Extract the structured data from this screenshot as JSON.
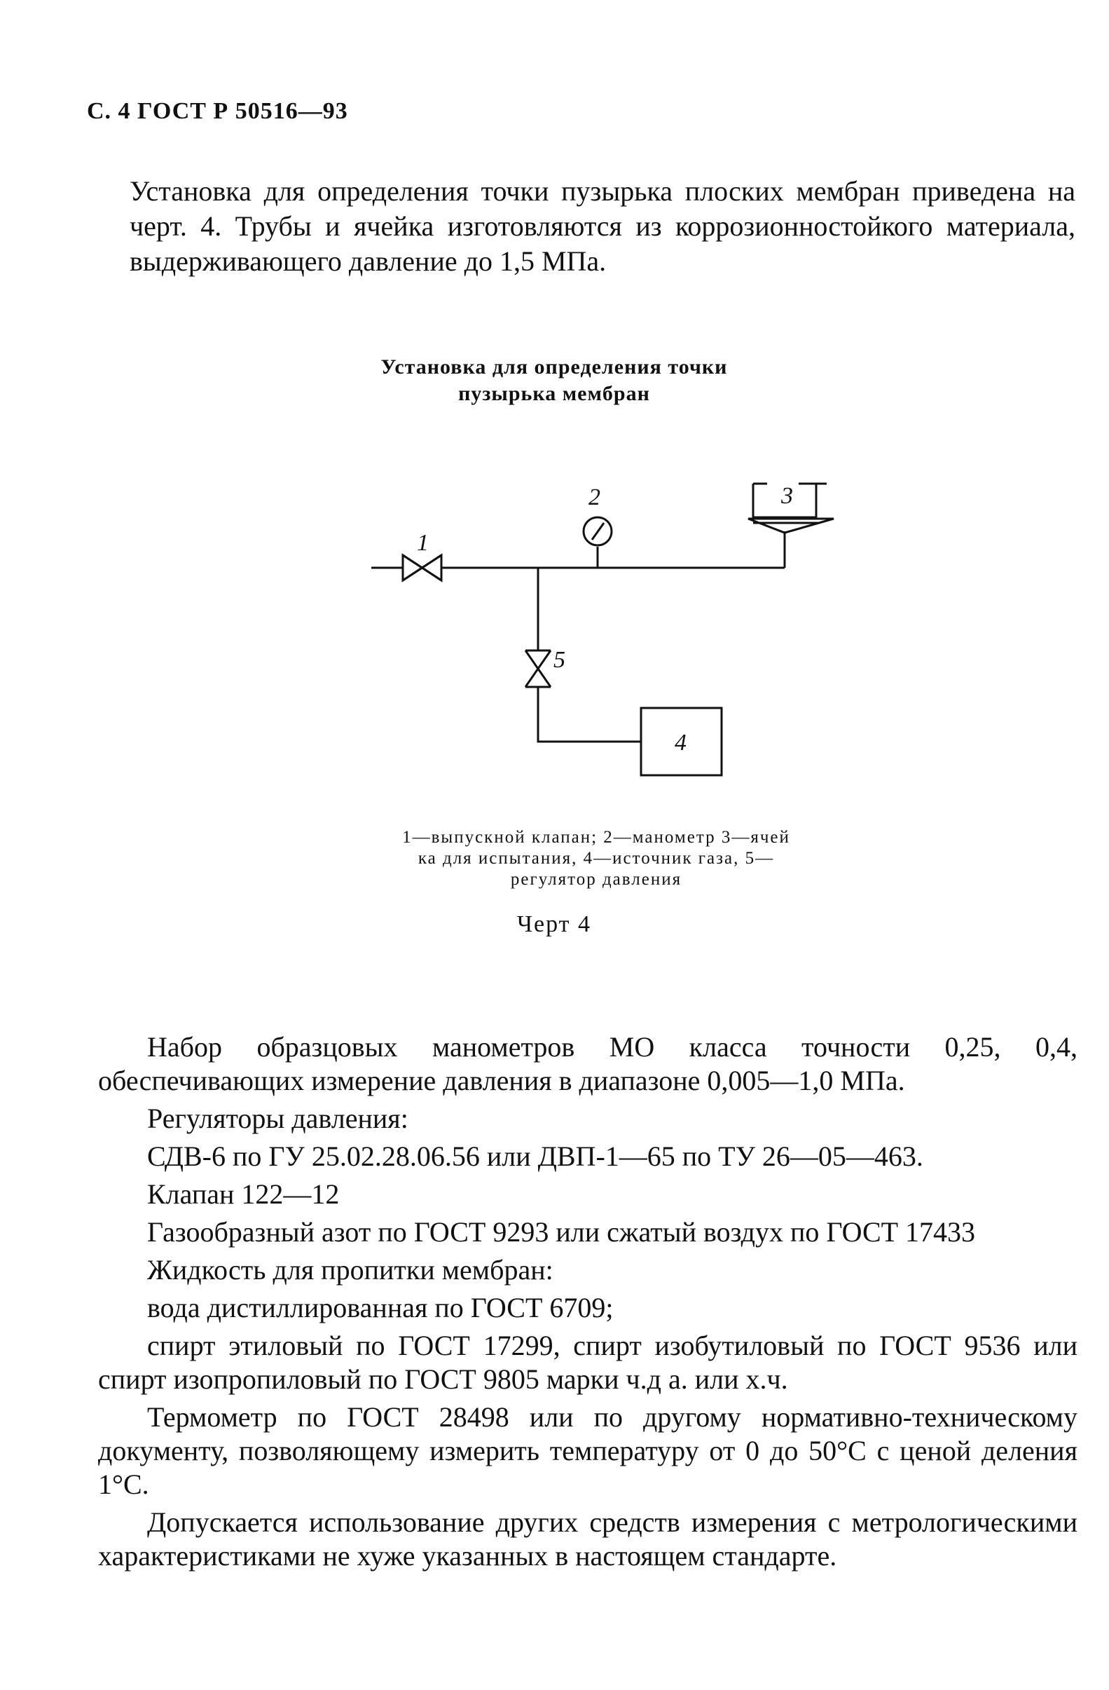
{
  "header": {
    "text": "С. 4 ГОСТ Р 50516—93"
  },
  "intro": {
    "text": "Установка для определения точки пузырька плоских мембран приведена на черт. 4. Трубы и ячейка изготовляются из коррозионностойкого материала, выдерживающего давление до 1,5 МПа."
  },
  "figure": {
    "title_line1": "Установка для определения точки",
    "title_line2": "пузырька мембран",
    "labels": {
      "valve1": "1",
      "manometer": "2",
      "cell": "3",
      "gas_source": "4",
      "regulator": "5"
    },
    "legend_line1": "1—выпускной клапан; 2—манометр 3—ячей",
    "legend_line2": "ка для испытания, 4—источник газа, 5—",
    "legend_line3": "регулятор давления",
    "caption": "Черт 4"
  },
  "body": {
    "p1": "Набор образцовых манометров МО класса точности 0,25, 0,4, обеспечивающих измерение давления в диапазоне 0,005—1,0 МПа.",
    "p2": "Регуляторы давления:",
    "p3": "СДВ-6 по ГУ 25.02.28.06.56 или ДВП-1—65 по ТУ 26—05—463.",
    "p4": "Клапан 122—12",
    "p5": "Газообразный азот по ГОСТ 9293 или сжатый воздух по ГОСТ 17433",
    "p6": "Жидкость для пропитки мембран:",
    "p7": "вода дистиллированная по ГОСТ 6709;",
    "p8": "спирт этиловый по ГОСТ 17299, спирт изобутиловый по ГОСТ 9536 или спирт изопропиловый по ГОСТ 9805 марки ч.д а. или х.ч.",
    "p9": "Термометр по ГОСТ 28498 или по другому нормативно-техническому документу, позволяющему измерить температуру от 0 до 50°С с ценой деления 1°С.",
    "p10": "Допускается использование других средств измерения с метрологическими характеристиками не хуже указанных в настоящем стандарте."
  }
}
